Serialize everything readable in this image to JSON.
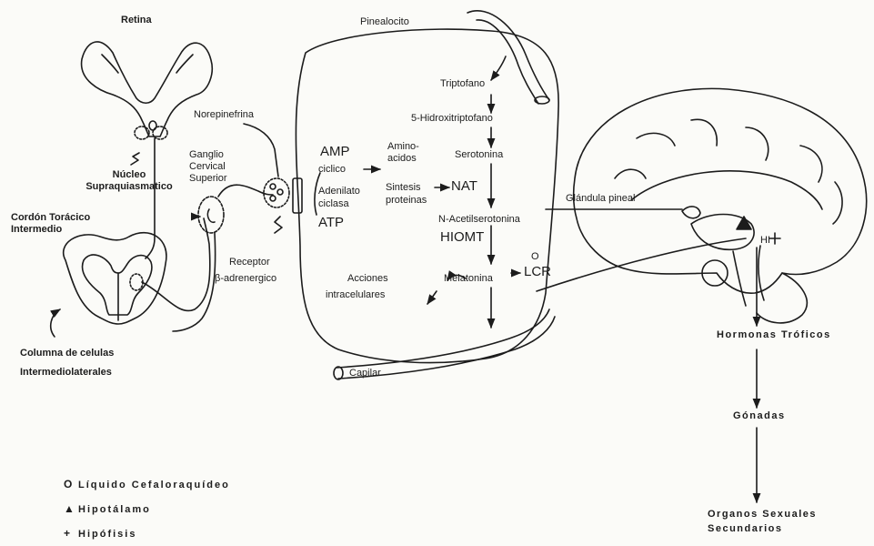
{
  "labels": {
    "retina": "Retina",
    "nucleo": "Núcleo",
    "supraquiasmatico": "Supraquiasmatico",
    "cordon_toracico": "Cordón Torácico",
    "intermedio": "Intermedio",
    "columna_1": "Columna de celulas",
    "columna_2": "Intermediolaterales",
    "ganglio_1": "Ganglio",
    "ganglio_2": "Cervical",
    "ganglio_3": "Superior",
    "norepinefrina": "Norepinefrina",
    "receptor": "Receptor",
    "beta_adrenergico": "β-adrenergico",
    "pinealocito": "Pinealocito",
    "triptofano": "Triptofano",
    "hidroxitriptofano": "5-Hidroxitriptofano",
    "serotonina": "Serotonina",
    "amp": "AMP",
    "ciclico": "ciclico",
    "amino_1": "Amino-",
    "amino_2": "acidos",
    "adenilato_1": "Adenilato",
    "adenilato_2": "ciclasa",
    "sintesis": "Sintesis",
    "proteinas": "proteinas",
    "nat": "NAT",
    "atp": "ATP",
    "acetilserotonina": "N-Acetilserotonina",
    "hiomt": "HIOMT",
    "acciones_1": "Acciones",
    "acciones_2": "intracelulares",
    "melatonina": "Melatonina",
    "lcr_symbol": "O",
    "lcr": "LCR",
    "capilar": "Capilar",
    "glandula": "Glándula pineal",
    "hi": "HI",
    "hormonas": "Hormonas Tróficos",
    "gonadas": "Gónadas",
    "organos": "Organos Sexuales",
    "secundarios": "Secundarios"
  },
  "legend": [
    {
      "symbol": "O",
      "text": "Líquido Cefaloraquídeo"
    },
    {
      "symbol": "▲",
      "text": "Hipotálamo"
    },
    {
      "symbol": "+",
      "text": "Hipófisis"
    }
  ],
  "colors": {
    "ink": "#1c1c1c",
    "background": "#fbfbf8"
  }
}
